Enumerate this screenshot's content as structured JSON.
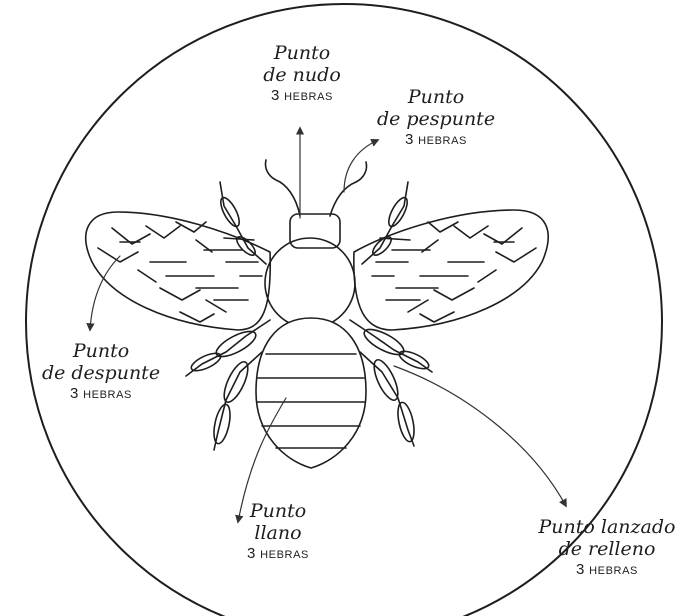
{
  "labels": {
    "knot": {
      "line1": "Punto",
      "line2": "de nudo",
      "count": "3",
      "unit": "HEBRAS"
    },
    "backstitch": {
      "line1": "Punto",
      "line2": "de pespunte",
      "count": "3",
      "unit": "HEBRAS"
    },
    "split": {
      "line1": "Punto",
      "line2": "de despunte",
      "count": "3",
      "unit": "HEBRAS"
    },
    "running": {
      "line1": "Punto",
      "line2": "llano",
      "count": "3",
      "unit": "HEBRAS"
    },
    "fill": {
      "line1": "Punto lanzado",
      "line2": "de relleno",
      "count": "3",
      "unit": "HEBRAS"
    }
  },
  "colors": {
    "line": "#1e1e1e",
    "pointer": "#333333",
    "background": "#ffffff"
  }
}
